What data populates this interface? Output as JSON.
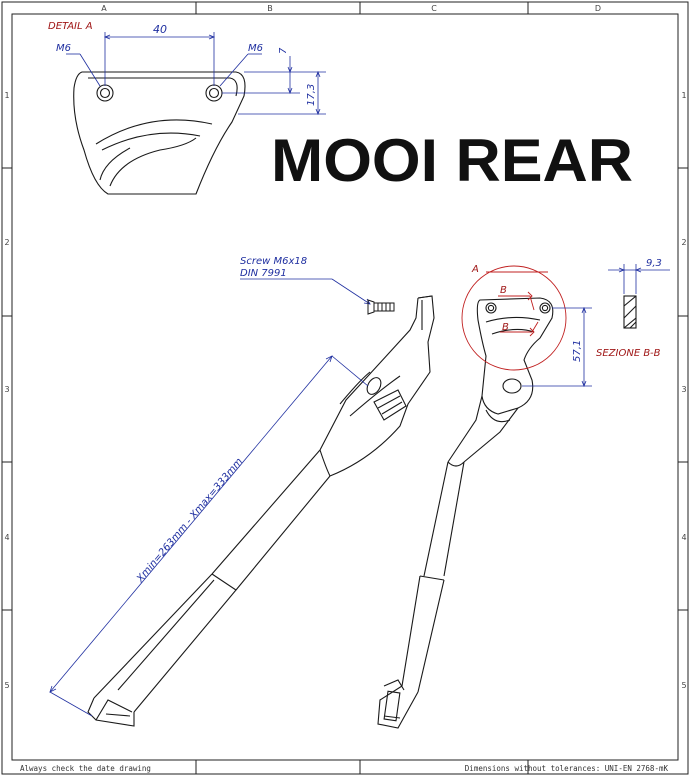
{
  "title": "MOOI REAR",
  "grid": {
    "columns": [
      "A",
      "B",
      "C",
      "D"
    ],
    "rows": [
      "1",
      "2",
      "3",
      "4",
      "5"
    ]
  },
  "detail_a": {
    "label": "DETAIL A",
    "thread_left": "M6",
    "thread_right": "M6",
    "dim_spacing": "40",
    "dim_small": "7",
    "dim_height": "17,3"
  },
  "screw": {
    "line1": "Screw M6x18",
    "line2": "DIN 7991"
  },
  "leg": {
    "range_label": "Xmin=263mm - Xmax=333mm"
  },
  "bracket": {
    "detail_ref": "A",
    "section_mark_top": "B",
    "section_mark_bottom": "B",
    "dim_height": "57,1"
  },
  "section": {
    "label": "SEZIONE B-B",
    "dim_thickness": "9,3"
  },
  "footer": {
    "left": "Always check the date drawing",
    "right": "Dimensions without tolerances: UNI-EN 2768-mK"
  },
  "colors": {
    "ink": "#1a1a1a",
    "dimension": "#1f2fa0",
    "annotation": "#a01818"
  }
}
